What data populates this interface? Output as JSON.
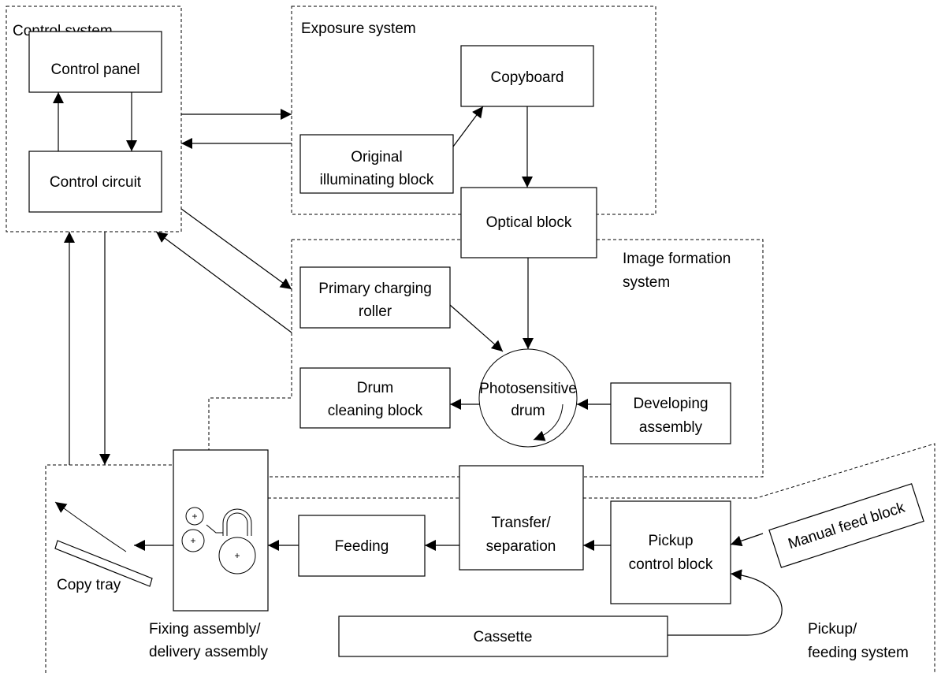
{
  "groups": {
    "control": "Control system",
    "exposure": "Exposure system",
    "image_formation": [
      "Image formation",
      "system"
    ],
    "pickup": [
      "Pickup/",
      "feeding system"
    ]
  },
  "blocks": {
    "control_panel": "Control panel",
    "control_circuit": "Control circuit",
    "copyboard": "Copyboard",
    "original_illuminating": [
      "Original",
      "illuminating block"
    ],
    "optical": "Optical block",
    "primary_charging": [
      "Primary charging",
      "roller"
    ],
    "photosensitive_drum": [
      "Photosensitive",
      "drum"
    ],
    "drum_cleaning": [
      "Drum",
      "cleaning block"
    ],
    "developing": [
      "Developing",
      "assembly"
    ],
    "transfer_separation": [
      "Transfer/",
      "separation"
    ],
    "feeding": "Feeding",
    "pickup_control": [
      "Pickup",
      "control block"
    ],
    "manual_feed": "Manual feed block",
    "cassette": "Cassette",
    "fixing_delivery": [
      "Fixing assembly/",
      "delivery assembly"
    ],
    "copy_tray": "Copy tray"
  },
  "roller_mark": "+"
}
